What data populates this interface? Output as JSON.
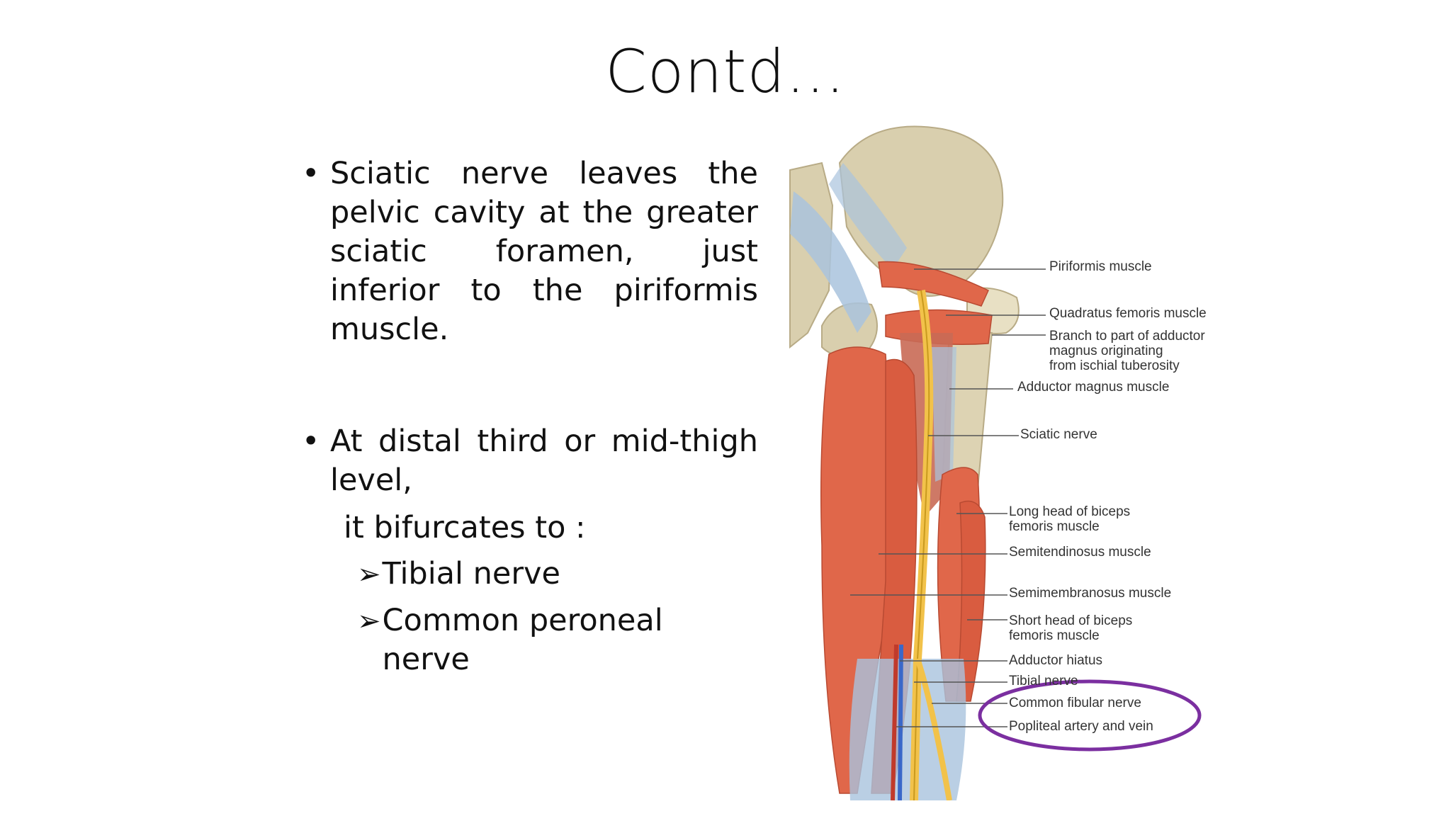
{
  "slide": {
    "title": "Contd…",
    "bullets": [
      {
        "text": "Sciatic nerve leaves the pelvic cavity at the greater sciatic foramen, just inferior to the piriformis muscle."
      },
      {
        "text": "At distal third or mid-thigh level,"
      }
    ],
    "bifurcation_intro": "it bifurcates to :",
    "branches": [
      "Tibial nerve",
      "Common peroneal nerve"
    ],
    "bullet_symbol": "•",
    "arrow_symbol": "➢"
  },
  "figure": {
    "labels": [
      "Piriformis muscle",
      "Quadratus femoris muscle",
      "Branch to part of adductor\nmagnus originating\nfrom ischial tuberosity",
      "Adductor magnus muscle",
      "Sciatic nerve",
      "Long head of biceps\nfemoris muscle",
      "Semitendinosus muscle",
      "Semimembranosus muscle",
      "Short head of biceps\nfemoris muscle",
      "Adductor hiatus",
      "Tibial nerve",
      "Common fibular nerve",
      "Popliteal artery and vein"
    ],
    "highlight_color": "#7b2fa0",
    "muscle_color": "#e0674a",
    "nerve_color": "#f2c24a",
    "bone_color": "#d9cfae",
    "fascia_color": "#a9c3dd"
  }
}
